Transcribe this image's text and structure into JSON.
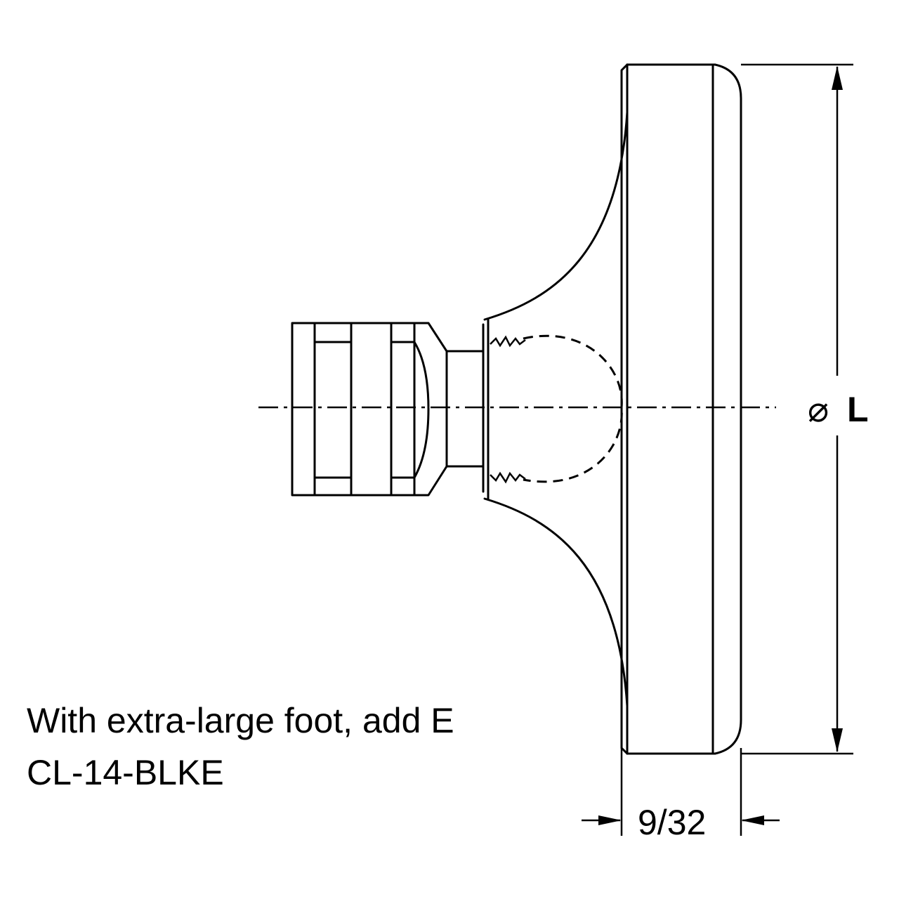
{
  "notes": {
    "line1": "With extra-large foot, add E",
    "line2": "CL-14-BLKE"
  },
  "dimensions": {
    "diameter_symbol": "⌀",
    "diameter_label": "L",
    "thickness_label": "9/32"
  }
}
